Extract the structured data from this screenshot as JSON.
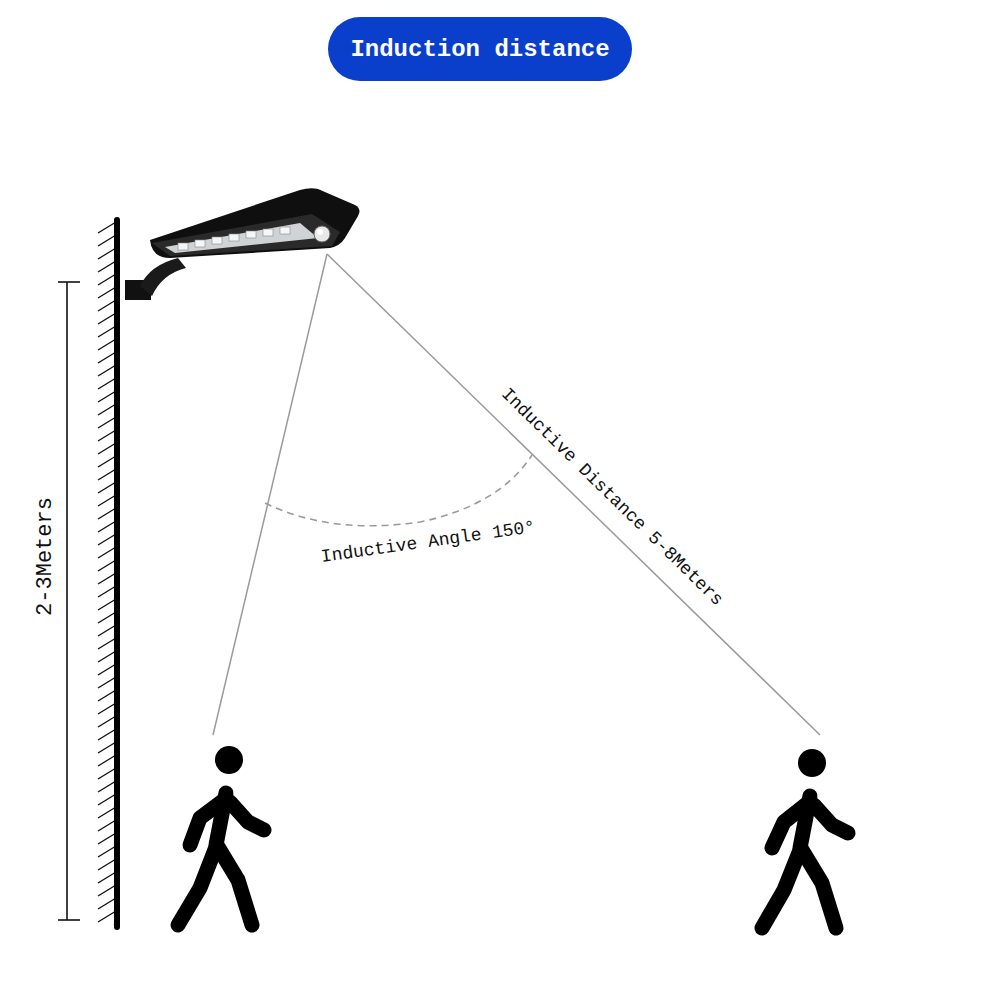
{
  "diagram": {
    "nodes": [
      {
        "text": [
          "Induction distance"
        ]
      }
    ],
    "labels": [
      "2-3Meters",
      "Inductive Angle 150°",
      "Inductive Distance 5-8Meters"
    ]
  }
}
